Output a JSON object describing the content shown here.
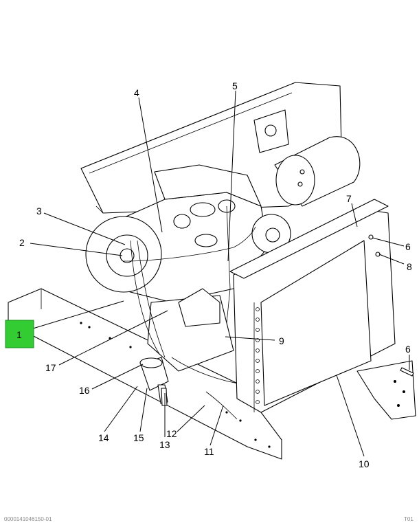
{
  "callouts": [
    {
      "id": "1",
      "label": "1"
    },
    {
      "id": "2",
      "label": "2"
    },
    {
      "id": "3",
      "label": "3"
    },
    {
      "id": "4",
      "label": "4"
    },
    {
      "id": "5",
      "label": "5"
    },
    {
      "id": "6a",
      "label": "6"
    },
    {
      "id": "6b",
      "label": "6"
    },
    {
      "id": "7",
      "label": "7"
    },
    {
      "id": "8",
      "label": "8"
    },
    {
      "id": "9",
      "label": "9"
    },
    {
      "id": "10",
      "label": "10"
    },
    {
      "id": "11",
      "label": "11"
    },
    {
      "id": "12",
      "label": "12"
    },
    {
      "id": "13",
      "label": "13"
    },
    {
      "id": "14",
      "label": "14"
    },
    {
      "id": "15",
      "label": "15"
    },
    {
      "id": "16",
      "label": "16"
    },
    {
      "id": "17",
      "label": "17"
    }
  ],
  "highlight": {
    "callout": "1",
    "color": "#33cc33"
  },
  "footer": {
    "left": "0000141046150-01",
    "right": "T01"
  }
}
